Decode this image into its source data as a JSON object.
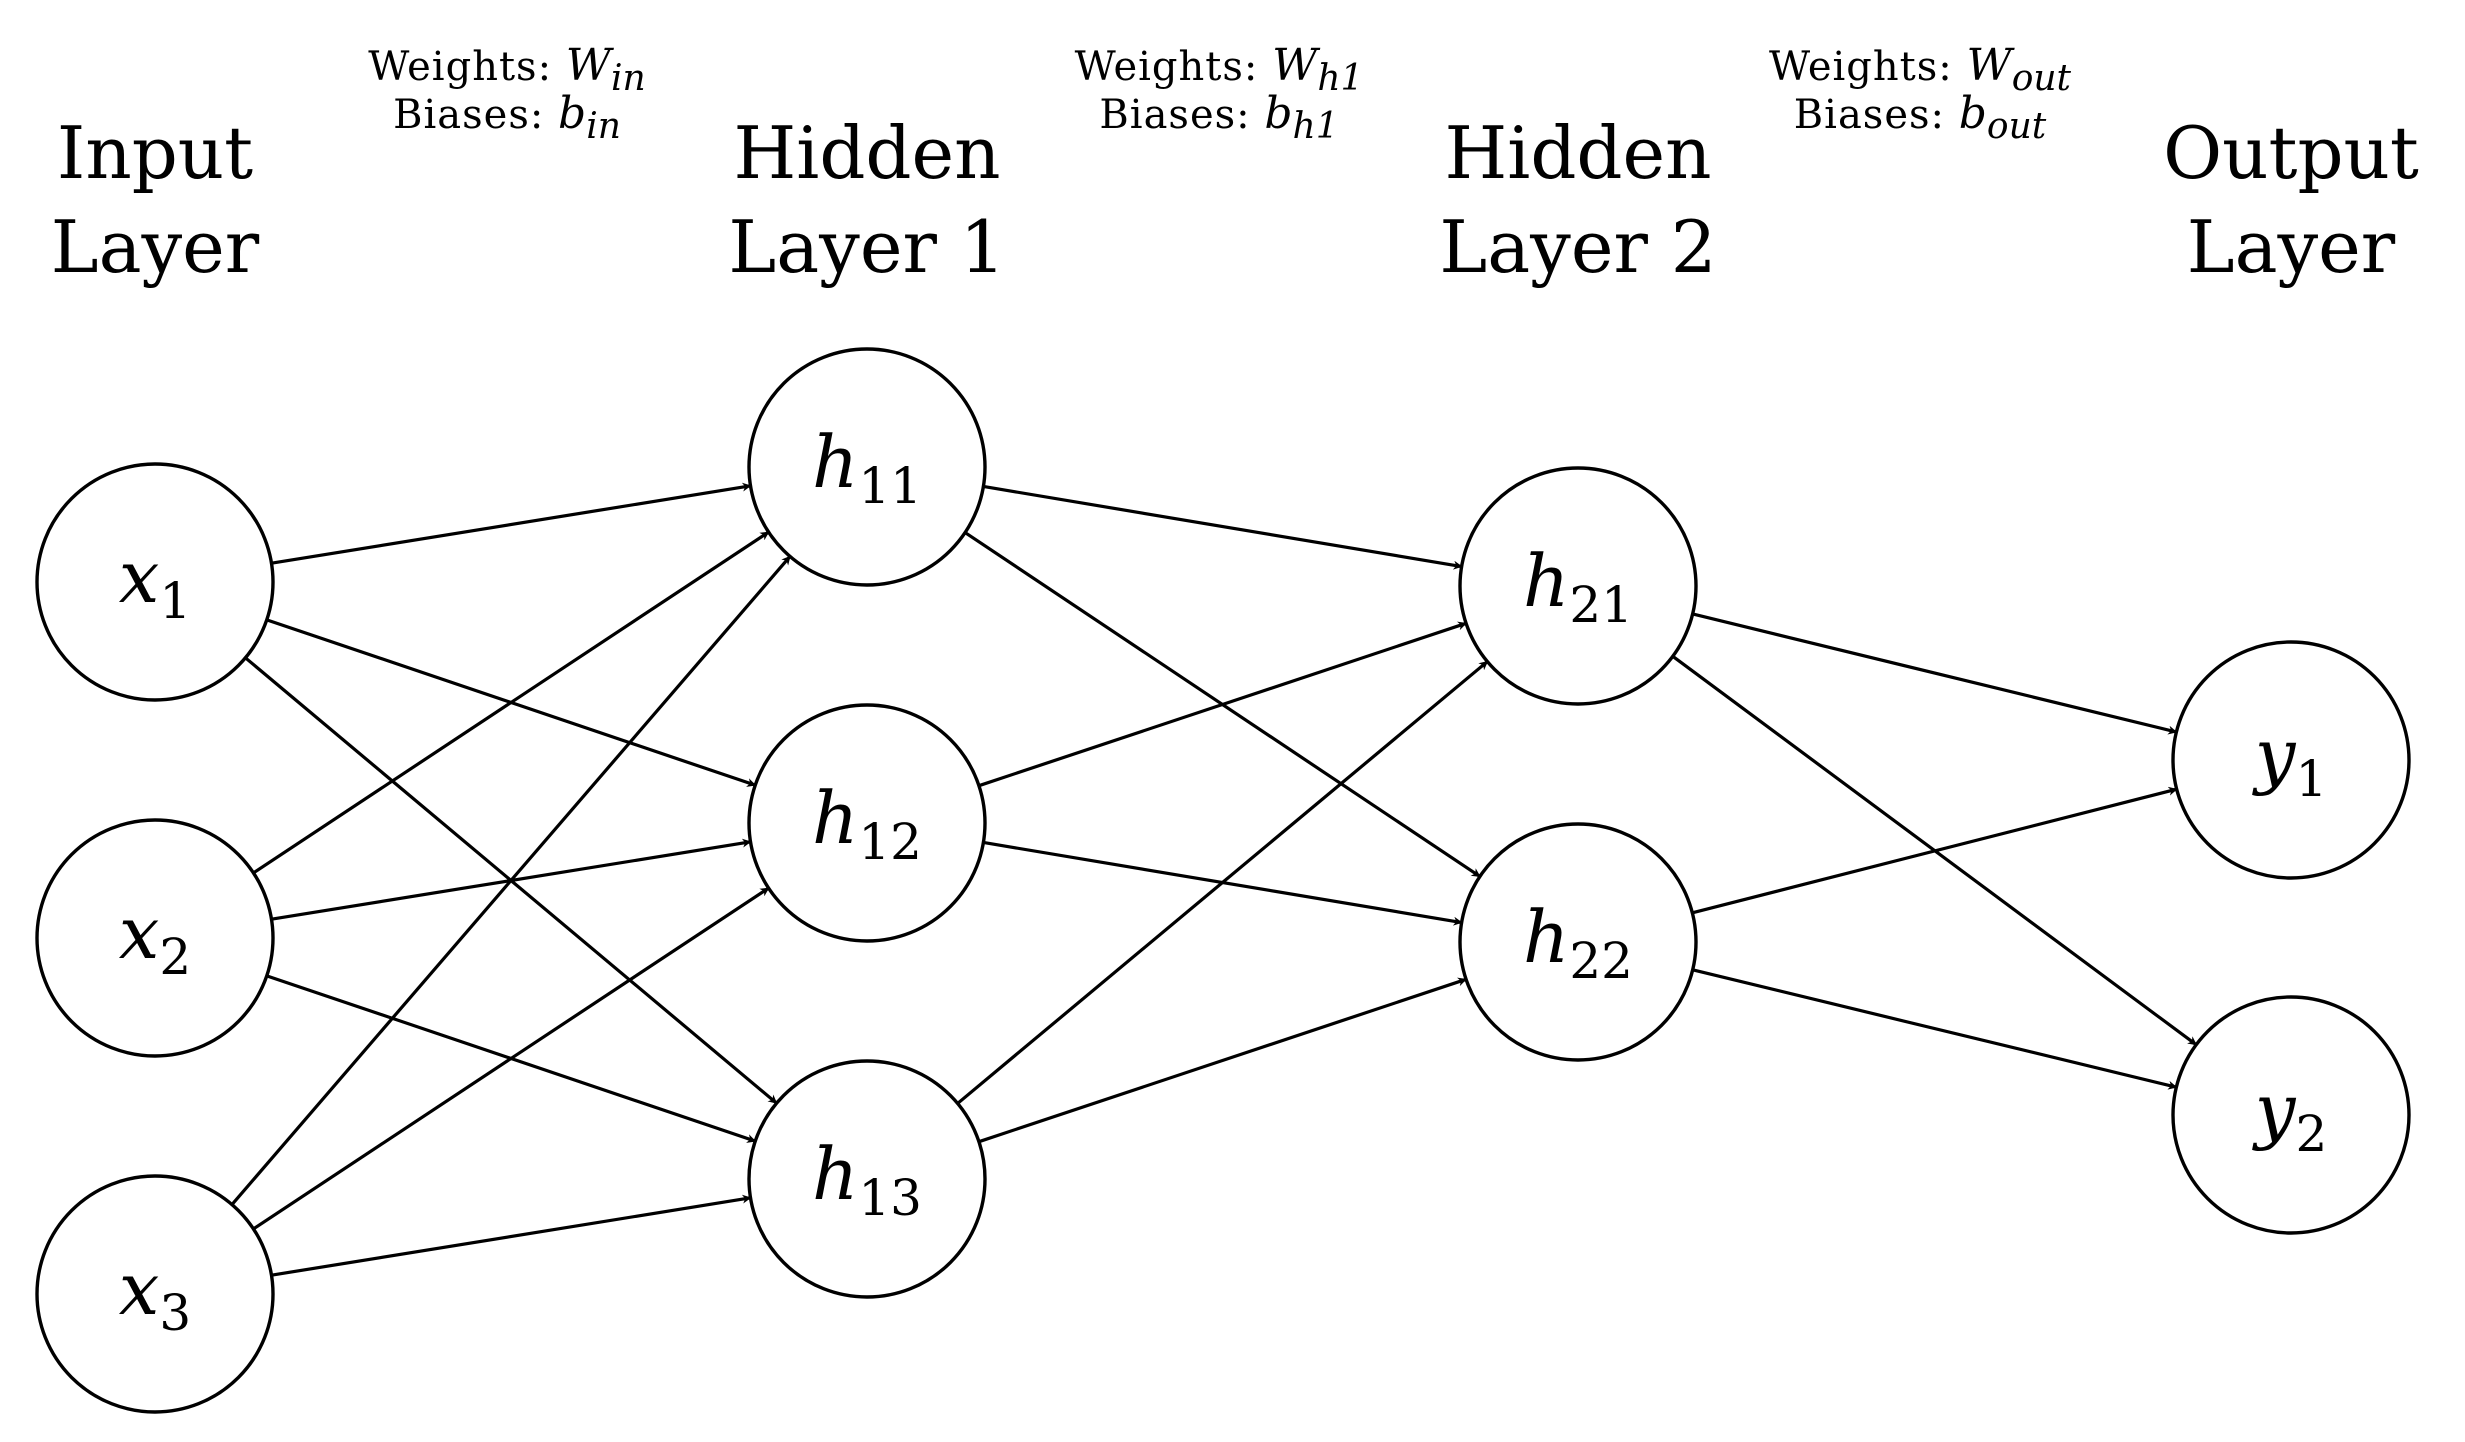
{
  "layers": [
    {
      "id": "input",
      "title_lines": [
        "Input",
        "Layer"
      ],
      "nodes": [
        {
          "id": "x1",
          "var": "x",
          "sub": "1"
        },
        {
          "id": "x2",
          "var": "x",
          "sub": "2"
        },
        {
          "id": "x3",
          "var": "x",
          "sub": "3"
        }
      ]
    },
    {
      "id": "hidden1",
      "title_lines": [
        "Hidden",
        "Layer 1"
      ],
      "nodes": [
        {
          "id": "h11",
          "var": "h",
          "sub": "11"
        },
        {
          "id": "h12",
          "var": "h",
          "sub": "12"
        },
        {
          "id": "h13",
          "var": "h",
          "sub": "13"
        }
      ]
    },
    {
      "id": "hidden2",
      "title_lines": [
        "Hidden",
        "Layer 2"
      ],
      "nodes": [
        {
          "id": "h21",
          "var": "h",
          "sub": "21"
        },
        {
          "id": "h22",
          "var": "h",
          "sub": "22"
        }
      ]
    },
    {
      "id": "output",
      "title_lines": [
        "Output",
        "Layer"
      ],
      "nodes": [
        {
          "id": "y1",
          "var": "y",
          "sub": "1"
        },
        {
          "id": "y2",
          "var": "y",
          "sub": "2"
        }
      ]
    }
  ],
  "connections": [
    {
      "from": "x1",
      "to": "h11"
    },
    {
      "from": "x1",
      "to": "h12"
    },
    {
      "from": "x1",
      "to": "h13"
    },
    {
      "from": "x2",
      "to": "h11"
    },
    {
      "from": "x2",
      "to": "h12"
    },
    {
      "from": "x2",
      "to": "h13"
    },
    {
      "from": "x3",
      "to": "h11"
    },
    {
      "from": "x3",
      "to": "h12"
    },
    {
      "from": "x3",
      "to": "h13"
    },
    {
      "from": "h11",
      "to": "h21"
    },
    {
      "from": "h11",
      "to": "h22"
    },
    {
      "from": "h12",
      "to": "h21"
    },
    {
      "from": "h12",
      "to": "h22"
    },
    {
      "from": "h13",
      "to": "h21"
    },
    {
      "from": "h13",
      "to": "h22"
    },
    {
      "from": "h21",
      "to": "y1"
    },
    {
      "from": "h21",
      "to": "y2"
    },
    {
      "from": "h22",
      "to": "y1"
    },
    {
      "from": "h22",
      "to": "y2"
    }
  ],
  "parameters": [
    {
      "id": "in",
      "weights_label": "Weights:",
      "weights_symbol": "W",
      "weights_sub": "in",
      "biases_label": "Biases:",
      "biases_symbol": "b",
      "biases_sub": "in"
    },
    {
      "id": "h1",
      "weights_label": "Weights:",
      "weights_symbol": "W",
      "weights_sub": "h1",
      "biases_label": "Biases:",
      "biases_symbol": "b",
      "biases_sub": "h1"
    },
    {
      "id": "out",
      "weights_label": "Weights:",
      "weights_symbol": "W",
      "weights_sub": "out",
      "biases_label": "Biases:",
      "biases_symbol": "b",
      "biases_sub": "out"
    }
  ],
  "colors": {
    "stroke": "#000000",
    "background": "#ffffff"
  }
}
